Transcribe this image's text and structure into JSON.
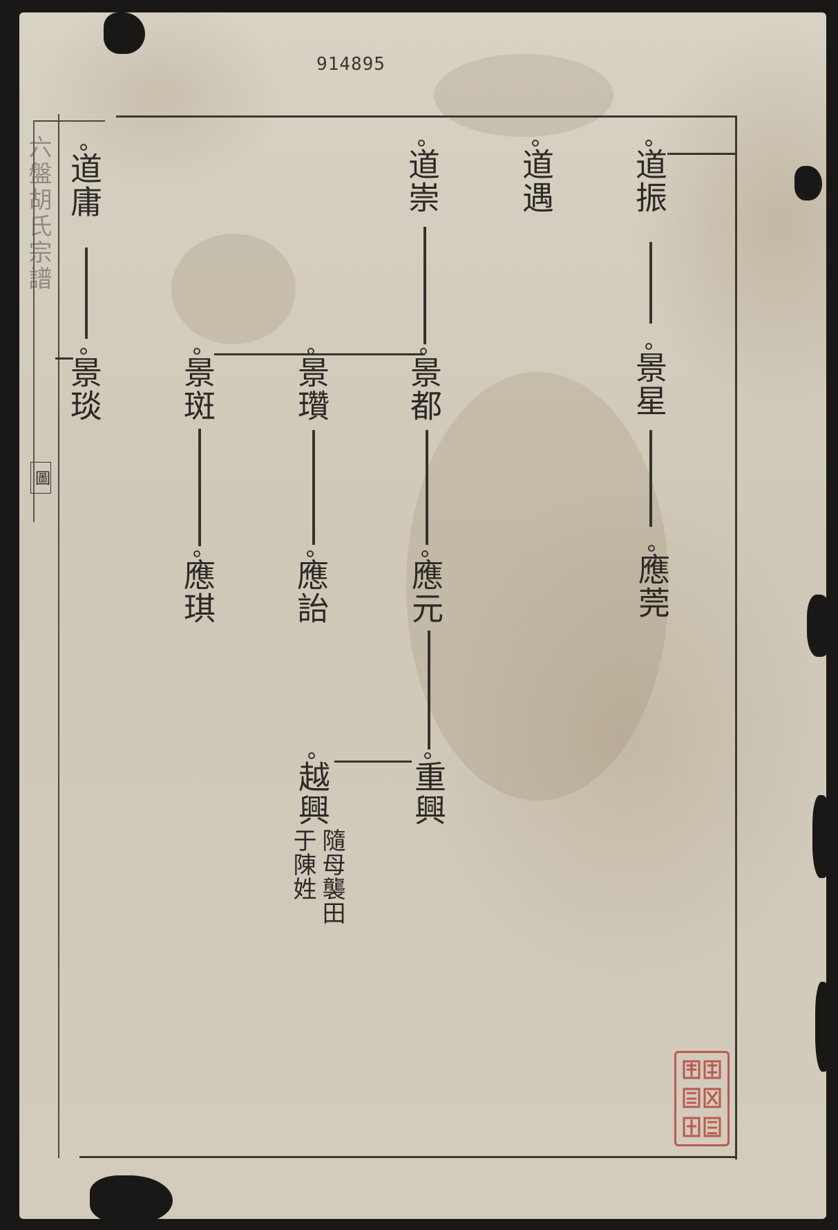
{
  "catalog_number": "914895",
  "margin": {
    "title_fragment": "六盤胡氏宗譜",
    "section_mark": "圖"
  },
  "generations": {
    "g1": [
      {
        "id": "daozhen",
        "name": "道振"
      },
      {
        "id": "daoyu",
        "name": "道遇"
      },
      {
        "id": "daochong",
        "name": "道崇"
      },
      {
        "id": "daoyong",
        "name": "道庸"
      }
    ],
    "g2": [
      {
        "id": "jingxing",
        "name": "景星"
      },
      {
        "id": "jingdu",
        "name": "景都"
      },
      {
        "id": "jingzan",
        "name": "景瓚"
      },
      {
        "id": "jingban",
        "name": "景斑"
      },
      {
        "id": "jingtan",
        "name": "景琰"
      }
    ],
    "g3": [
      {
        "id": "yingxian",
        "name": "應莞"
      },
      {
        "id": "yingyuan",
        "name": "應元"
      },
      {
        "id": "yinghao",
        "name": "應詒"
      },
      {
        "id": "yingqi",
        "name": "應琪"
      }
    ],
    "g4": [
      {
        "id": "chongxing",
        "name": "重興"
      }
    ],
    "g5": [
      {
        "id": "yuexing",
        "name": "越興",
        "note_col1": "隨母襲田",
        "note_col2": "于陳姓"
      }
    ]
  },
  "seal": {
    "color": "#b8473e"
  }
}
